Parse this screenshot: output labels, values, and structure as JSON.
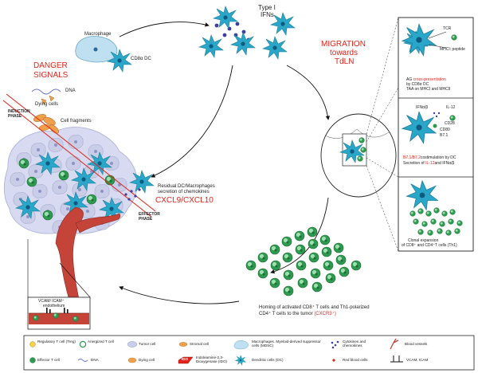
{
  "labels": {
    "macrophage": "Macrophage",
    "cd8_dc": "CD8α DC",
    "type1_ifns_a": "Type I",
    "type1_ifns_b": "IFNs",
    "danger_a": "DANGER",
    "danger_b": "SIGNALS",
    "dna": "DNA",
    "dying_cells": "Dying cells",
    "induction_a": "INDUCTION",
    "induction_b": "PHASE",
    "cell_fragments": "Cell fragments",
    "migration_a": "MIGRATION",
    "migration_b": "towards",
    "migration_c": "TdLN",
    "residual_a": "Residual DC/Macrophages",
    "residual_b": "secretion of chemokines",
    "cxcl": "CXCL9/CXCL10",
    "effector_a": "EFFECTOR",
    "effector_b": "PHASE",
    "vcam_a": "VCAM/ ICAM⁺",
    "vcam_b": "endothelium",
    "homing_a": "Homing of activated CD8⁺ T cells and Th1-polarized",
    "homing_b": "CD4⁺ T cells to the tumor ",
    "homing_red": "(CXCR3⁺)"
  },
  "panels": {
    "top": {
      "tcr": "TCR",
      "mhc": "MHCI: peptide",
      "ag_red": "cross-presentation",
      "ag_a": "AG ",
      "ag_b": "by CD8α DC",
      "ag_c": "TAA on MHCI and MHCII"
    },
    "middle": {
      "ifn": "IFNα/β",
      "il12": "IL-12",
      "cd28": "CD28",
      "cd80": "CD80",
      "b71": "B7.1",
      "b7_red": "B7.1/B7.2",
      "b7_rest": "costimulation by DC",
      "sec_a": "Secretion of ",
      "sec_red": "IL-12",
      "sec_b": "and IFNα/β"
    },
    "bottom": {
      "clone_a": "Clonal expansion",
      "clone_b": "of CD8⁺ and CD4⁺T cells (Th1)"
    }
  },
  "legend": [
    {
      "key": "treg",
      "text": "Regulatory T cell (Treg)"
    },
    {
      "key": "anergized",
      "text": "Anergized T cell"
    },
    {
      "key": "tumor",
      "text": "Tumor cell"
    },
    {
      "key": "stromal",
      "text": "Stromal cell"
    },
    {
      "key": "mdsc",
      "text": "Macrophages. Myeloid-derived suppressor cells (MDSC)"
    },
    {
      "key": "cytokines",
      "text": "Cytokines and chemokines"
    },
    {
      "key": "vessels",
      "text": "Blood vessels"
    },
    {
      "key": "effector",
      "text": "Effector T cell"
    },
    {
      "key": "dna",
      "text": "DNA"
    },
    {
      "key": "dying",
      "text": "Dying cell"
    },
    {
      "key": "ido_label",
      "text": "IDO"
    },
    {
      "key": "ido",
      "text": "Indoleamine-2,3-Dioxygenase (IDO)"
    },
    {
      "key": "dc",
      "text": "Dendritic cells (DC)"
    },
    {
      "key": "rbc",
      "text": "Red blood cells"
    },
    {
      "key": "vcam",
      "text": "VCAM, ICAM"
    }
  ],
  "colors": {
    "dc": "#2aa6c8",
    "tcell": "#2e9a4f",
    "tumor": "#c9cde8",
    "red": "#e2231a",
    "vessel": "#c4443a",
    "orange": "#f0a04a",
    "dots": "#3b3fa0"
  }
}
